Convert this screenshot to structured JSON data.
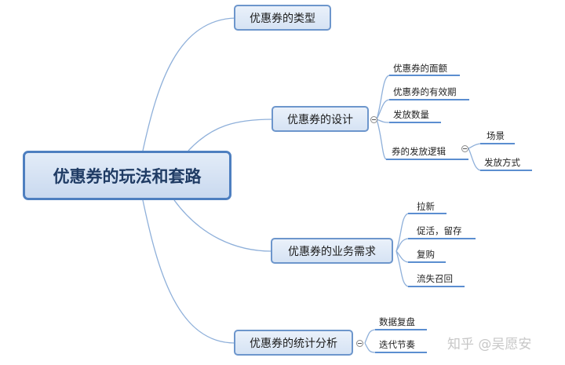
{
  "root": {
    "label": "优惠券的玩法和套路"
  },
  "branches": {
    "types": {
      "label": "优惠券的类型"
    },
    "design": {
      "label": "优惠券的设计",
      "children": [
        "优惠券的面额",
        "优惠券的有效期",
        "发放数量",
        "券的发放逻辑"
      ],
      "logic_children": [
        "场景",
        "发放方式"
      ]
    },
    "business": {
      "label": "优惠券的业务需求",
      "children": [
        "拉新",
        "促活，留存",
        "复购",
        "流失召回"
      ]
    },
    "stats": {
      "label": "优惠券的统计分析",
      "children": [
        "数据复盘",
        "迭代节奏"
      ]
    }
  },
  "watermark": "知乎 @吴愿安",
  "colors": {
    "connector": "#8fb0da",
    "underline": "#5b8ed0",
    "root_border": "#4e7fc0"
  }
}
